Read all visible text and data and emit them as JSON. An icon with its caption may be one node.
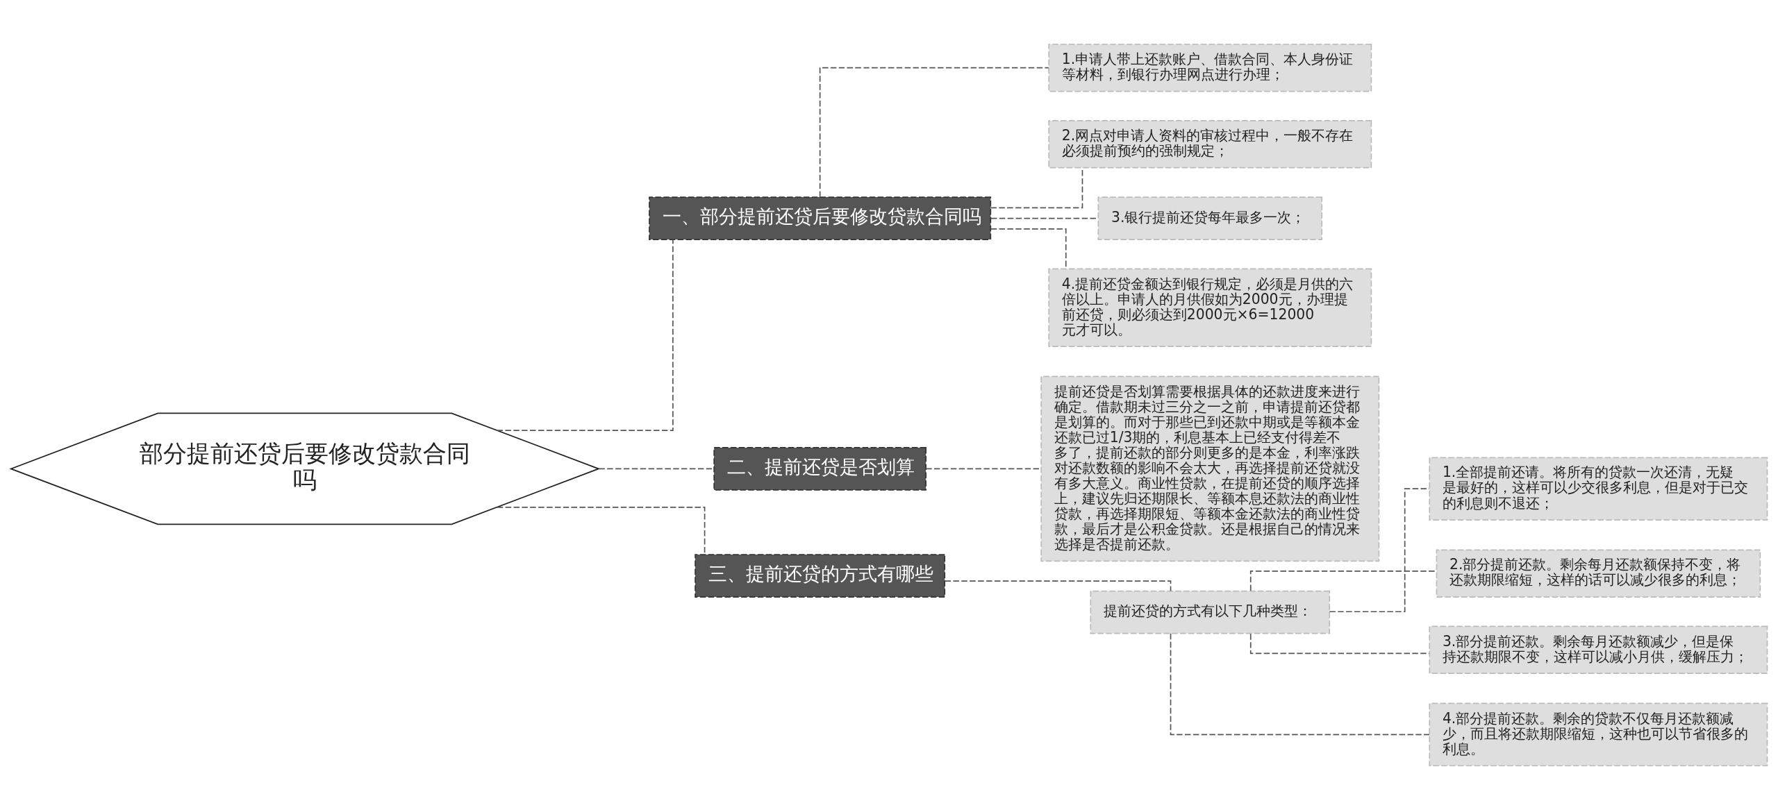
{
  "diagram": {
    "nodes": [
      {
        "text": [
          "部分提前还贷后要修改贷款合同吗"
        ]
      },
      {
        "text": [
          "一、部分提前还贷后要修改贷款合同吗"
        ]
      },
      {
        "text": [
          "1.申请人带上还款账户、借款合同、本人身份证等材料，到银行办理网点进行办理；"
        ]
      },
      {
        "text": [
          "2.网点对申请人资料的审核过程中，一般不存在必须提前预约的强制规定；"
        ]
      },
      {
        "text": [
          "3.银行提前还贷每年最多一次；"
        ]
      },
      {
        "text": [
          "4.提前还贷金额达到银行规定，必须是月供的六倍以上。申请人的月供假如为2000元，办理提前还贷，则必须达到2000元×6=12000元才可以。"
        ]
      },
      {
        "text": [
          "二、提前还贷是否划算"
        ]
      },
      {
        "text": [
          "提前还贷是否划算需要根据具体的还款进度来进行确定。借款期未过三分之一之前，申请提前还贷都是划算的。而对于那些已到还款中期或是等额本金还款已过1/3期的，利息基本上已经支付得差不多了，提前还款的部分则更多的是本金，利率涨跌对还款数额的影响不会太大，再选择提前还贷就没有多大意义。商业性贷款，在提前还贷的顺序选择上，建议先归还期限长、等额本息还款法的商业性贷款，再选择期限短、等额本金还款法的商业性贷款，最后才是公积金贷款。还是根据自己的情况来选择是否提前还款。"
        ]
      },
      {
        "text": [
          "三、提前还贷的方式有哪些"
        ]
      },
      {
        "text": [
          "提前还贷的方式有以下几种类型："
        ]
      },
      {
        "text": [
          "1.全部提前还请。将所有的贷款一次还清，无疑是最好的，这样可以少交很多利息，但是对于已交的利息则不退还；"
        ]
      },
      {
        "text": [
          "2.部分提前还款。剩余每月还款额保持不变，将还款期限缩短，这样的话可以减少很多的利息；"
        ]
      },
      {
        "text": [
          "3.部分提前还款。剩余每月还款额减少，但是保持还款期限不变，这样可以减小月供，缓解压力；"
        ]
      },
      {
        "text": [
          "4.部分提前还款。剩余的贷款不仅每月还款额减少，而且将还款期限缩短，这种也可以节省很多的利息。"
        ]
      }
    ],
    "edges": [
      {
        "from": 0,
        "to": 1,
        "arrow": "none",
        "style": "dashed"
      },
      {
        "from": 1,
        "to": 2,
        "arrow": "none",
        "style": "dashed"
      },
      {
        "from": 1,
        "to": 3,
        "arrow": "none",
        "style": "dashed"
      },
      {
        "from": 1,
        "to": 4,
        "arrow": "none",
        "style": "dashed"
      },
      {
        "from": 1,
        "to": 5,
        "arrow": "none",
        "style": "dashed"
      },
      {
        "from": 0,
        "to": 6,
        "arrow": "none",
        "style": "dashed"
      },
      {
        "from": 6,
        "to": 7,
        "arrow": "none",
        "style": "dashed"
      },
      {
        "from": 0,
        "to": 8,
        "arrow": "none",
        "style": "dashed"
      },
      {
        "from": 8,
        "to": 9,
        "arrow": "none",
        "style": "dashed"
      },
      {
        "from": 9,
        "to": 10,
        "arrow": "none",
        "style": "dashed"
      },
      {
        "from": 9,
        "to": 11,
        "arrow": "none",
        "style": "dashed"
      },
      {
        "from": 9,
        "to": 12,
        "arrow": "none",
        "style": "dashed"
      },
      {
        "from": 9,
        "to": 13,
        "arrow": "none",
        "style": "dashed"
      }
    ]
  }
}
